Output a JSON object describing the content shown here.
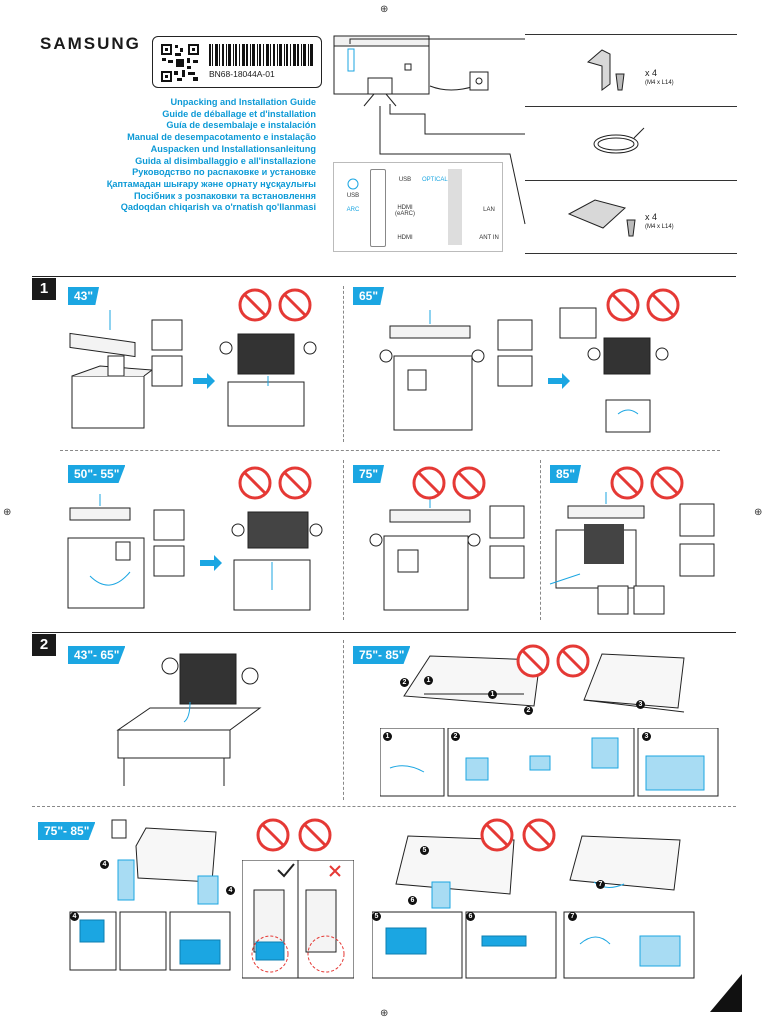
{
  "brand": "SAMSUNG",
  "barcode_code": "BN68-18044A-01",
  "titles": [
    "Unpacking and Installation Guide",
    "Guide de déballage et d'installation",
    "Guía de desembalaje e instalación",
    "Manual de desempacotamento e instalação",
    "Auspacken und Installationsanleitung",
    "Guida al disimballaggio e all'installazione",
    "Руководство по распаковке и установке",
    "Қаптамадан шығару және орнату нұсқаулығы",
    "Посібник з розпаковки та встановлення",
    "Qadoqdan chiqarish va o'rnatish qo'llanmasi"
  ],
  "ports": [
    "USB",
    "USB",
    "HDMI (eARC)",
    "OPTICAL",
    "LAN",
    "ARC",
    "HDMI",
    "ANT IN"
  ],
  "components": [
    {
      "qty": "x 4",
      "spec": "(M4 x L14)"
    },
    {
      "qty": "",
      "spec": ""
    },
    {
      "qty": "x 4",
      "spec": "(M4 x L14)"
    }
  ],
  "steps": [
    {
      "number": "1"
    },
    {
      "number": "2"
    }
  ],
  "size_tags": {
    "s1_a": "43\"",
    "s1_b": "65\"",
    "s1_c": "50\"- 55\"",
    "s1_d": "75\"",
    "s1_e": "85\"",
    "s2_a": "43\"- 65\"",
    "s2_b": "75\"- 85\"",
    "s3_a": "75\"- 85\""
  },
  "callouts": [
    "1",
    "2",
    "3",
    "4",
    "5",
    "6",
    "7"
  ],
  "colors": {
    "accent": "#1ba6e2",
    "warning": "#e53935",
    "ink": "#1a1a1a"
  }
}
